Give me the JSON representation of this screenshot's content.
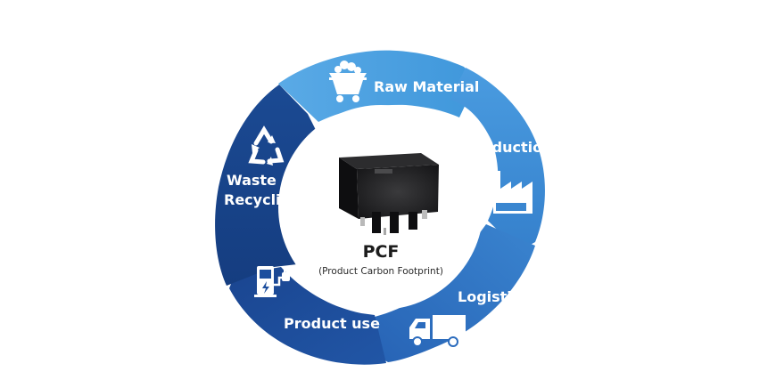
{
  "center": {
    "title": "PCF",
    "subtitle": "(Product Carbon Footprint)"
  },
  "stages": [
    {
      "label": "Raw Material",
      "icon": "mine-cart-icon",
      "color": "#4aa0e0"
    },
    {
      "label": "Production",
      "icon": "factory-icon",
      "color": "#3e8fd6"
    },
    {
      "label": "Logistics",
      "icon": "truck-icon",
      "color": "#2f74c4"
    },
    {
      "label": "Product use",
      "icon": "ev-charger-icon",
      "color": "#1d4f9e"
    },
    {
      "label_lines": [
        "Waste ・",
        "Recycling"
      ],
      "icon": "recycle-icon",
      "color": "#173f86"
    }
  ]
}
